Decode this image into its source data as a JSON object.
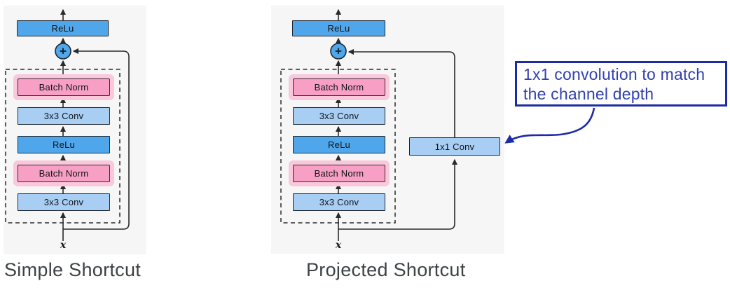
{
  "colors": {
    "panel_bg": "#f6f6f7",
    "relu_fill": "#4fa6ea",
    "conv_fill": "#a9cef4",
    "bn_fill": "#f79fc4",
    "bn_halo": "#f9c9db",
    "line": "#2a2a2a",
    "box_border": "#1f2630",
    "bn_border": "#42202f",
    "annotation_blue": "#1c2ba8",
    "annotation_text": "#3240b0",
    "title_color": "#3d4245",
    "box_text": "#101418"
  },
  "diagrams": [
    {
      "title": "Simple Shortcut",
      "output_label": "ReLu",
      "sum_symbol": "+",
      "stack": [
        "Batch Norm",
        "3x3 Conv",
        "ReLu",
        "Batch Norm",
        "3x3 Conv"
      ],
      "input_label": "x"
    },
    {
      "title": "Projected Shortcut",
      "output_label": "ReLu",
      "sum_symbol": "+",
      "stack": [
        "Batch Norm",
        "3x3 Conv",
        "ReLu",
        "Batch Norm",
        "3x3 Conv"
      ],
      "shortcut_label": "1x1 Conv",
      "input_label": "x"
    }
  ],
  "annotation": {
    "line1": "1x1 convolution to match",
    "line2": "the channel depth"
  }
}
